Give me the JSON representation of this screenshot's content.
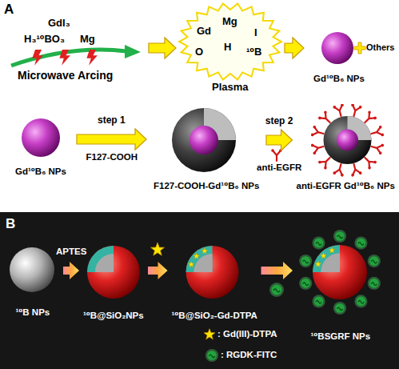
{
  "diagram": {
    "nodes": [
      {
        "text": [
          "Gd",
          "Mg",
          "I",
          "O",
          "H",
          "¹⁰B",
          "Plasma"
        ]
      },
      {
        "text": [
          "Gd¹⁰B₆ NPs"
        ]
      },
      {
        "text": [
          "Gd¹⁰B₆ NPs"
        ]
      },
      {
        "text": [
          "F127-COOH-Gd¹⁰B₆ NPs"
        ]
      },
      {
        "text": [
          "anti-EGFR Gd¹⁰B₆ NPs"
        ]
      },
      {
        "text": [
          "¹⁰B NPs"
        ]
      },
      {
        "text": [
          "¹⁰B@SiO₂NPs"
        ]
      },
      {
        "text": [
          "¹⁰B@SiO₂-Gd-DTPA"
        ]
      },
      {
        "text": [
          "¹⁰BSGRF NPs"
        ]
      }
    ],
    "edges": [
      {
        "from": 0,
        "to": 1,
        "arrow": "to"
      },
      {
        "from": 2,
        "to": 3,
        "label": "step 1",
        "arrow": "to"
      },
      {
        "from": 3,
        "to": 4,
        "label": "step 2",
        "arrow": "to"
      },
      {
        "from": 5,
        "to": 6,
        "label": "APTES",
        "arrow": "to"
      },
      {
        "from": 6,
        "to": 7,
        "arrow": "to"
      },
      {
        "from": 7,
        "to": 8,
        "arrow": "to"
      }
    ],
    "labels": [
      "A",
      "GdI₃",
      "H₃¹⁰BO₃",
      "Mg",
      "Microwave Arcing",
      "Others",
      "F127-COOH",
      "anti-EGFR",
      "B"
    ],
    "legend": [
      {
        "text": ": Gd(III)-DTPA"
      },
      {
        "text": ": RGDK-FITC"
      }
    ]
  }
}
